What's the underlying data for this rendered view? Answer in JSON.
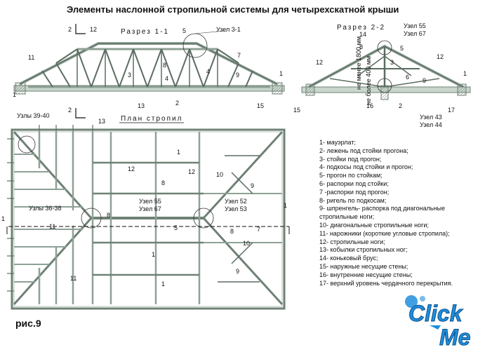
{
  "title": "Элементы наслонной стропильной системы  для четырехскатной крыши",
  "section_1": "Разрез 1-1",
  "section_2": "Разрез 2-2",
  "plan": "План стропил",
  "figure": "рис.9",
  "logo": {
    "line1": "Click",
    "line2": "Me"
  },
  "nodes": {
    "n3_1": "Узел 3-1",
    "n55": "Узел 55",
    "n67": "Узел 67",
    "n43": "Узел 43",
    "n44": "Узел 44",
    "n39_40": "Узлы 39-40",
    "n36_38": "Узлы 36-38",
    "n52": "Узел 52",
    "n53": "Узел 53",
    "p55": "Узел 55",
    "p67": "Узел 67"
  },
  "dims": {
    "d1800": "не менее 1800 мм",
    "d400": "не более 400 мм"
  },
  "cut_labels": {
    "c2a": "2",
    "c2b": "2",
    "c1a": "1",
    "c1b": "1"
  },
  "numbers": {
    "s1": [
      "12",
      "5",
      "11",
      "3",
      "8",
      "4",
      "7",
      "9",
      "4",
      "2",
      "13",
      "15",
      "1",
      "1"
    ],
    "s2": [
      "14",
      "8",
      "5",
      "3",
      "12",
      "12",
      "6",
      "9",
      "1",
      "15",
      "16",
      "2",
      "17"
    ],
    "plan": [
      "13",
      "1",
      "12",
      "12",
      "10",
      "9",
      "8",
      "8",
      "5",
      "7",
      "8",
      "10",
      "1",
      "11",
      "9",
      "1",
      "11"
    ]
  },
  "legend": [
    "1- мауэрлат;",
    "2- лежень под стойки прогона;",
    "3- стойки под прогон;",
    "4- подкосы под стойки и прогон;",
    "5- прогон по стойкам;",
    "6- распорки под стойки;",
    "7 -распорки под прогон;",
    "8- ригель по подкосам;",
    "9- шпренгель- распорка под диагональные",
    "стропильные ноги;",
    "10- диагональные стропильные ноги;",
    "11- нарожники (короткие угловые стропила);",
    "12- стропильные ноги;",
    "13- кобылки стропильных ног;",
    "14- коньковый брус;",
    "15- наружные несущие стены;",
    "16- внутренние несущие стены;",
    "17- верхний уровень чердачного перекрытия."
  ],
  "colors": {
    "steel": "#7a8b80",
    "light": "#c9d6cc",
    "ink": "#111111",
    "logo_blue": "#1f8fdd"
  }
}
